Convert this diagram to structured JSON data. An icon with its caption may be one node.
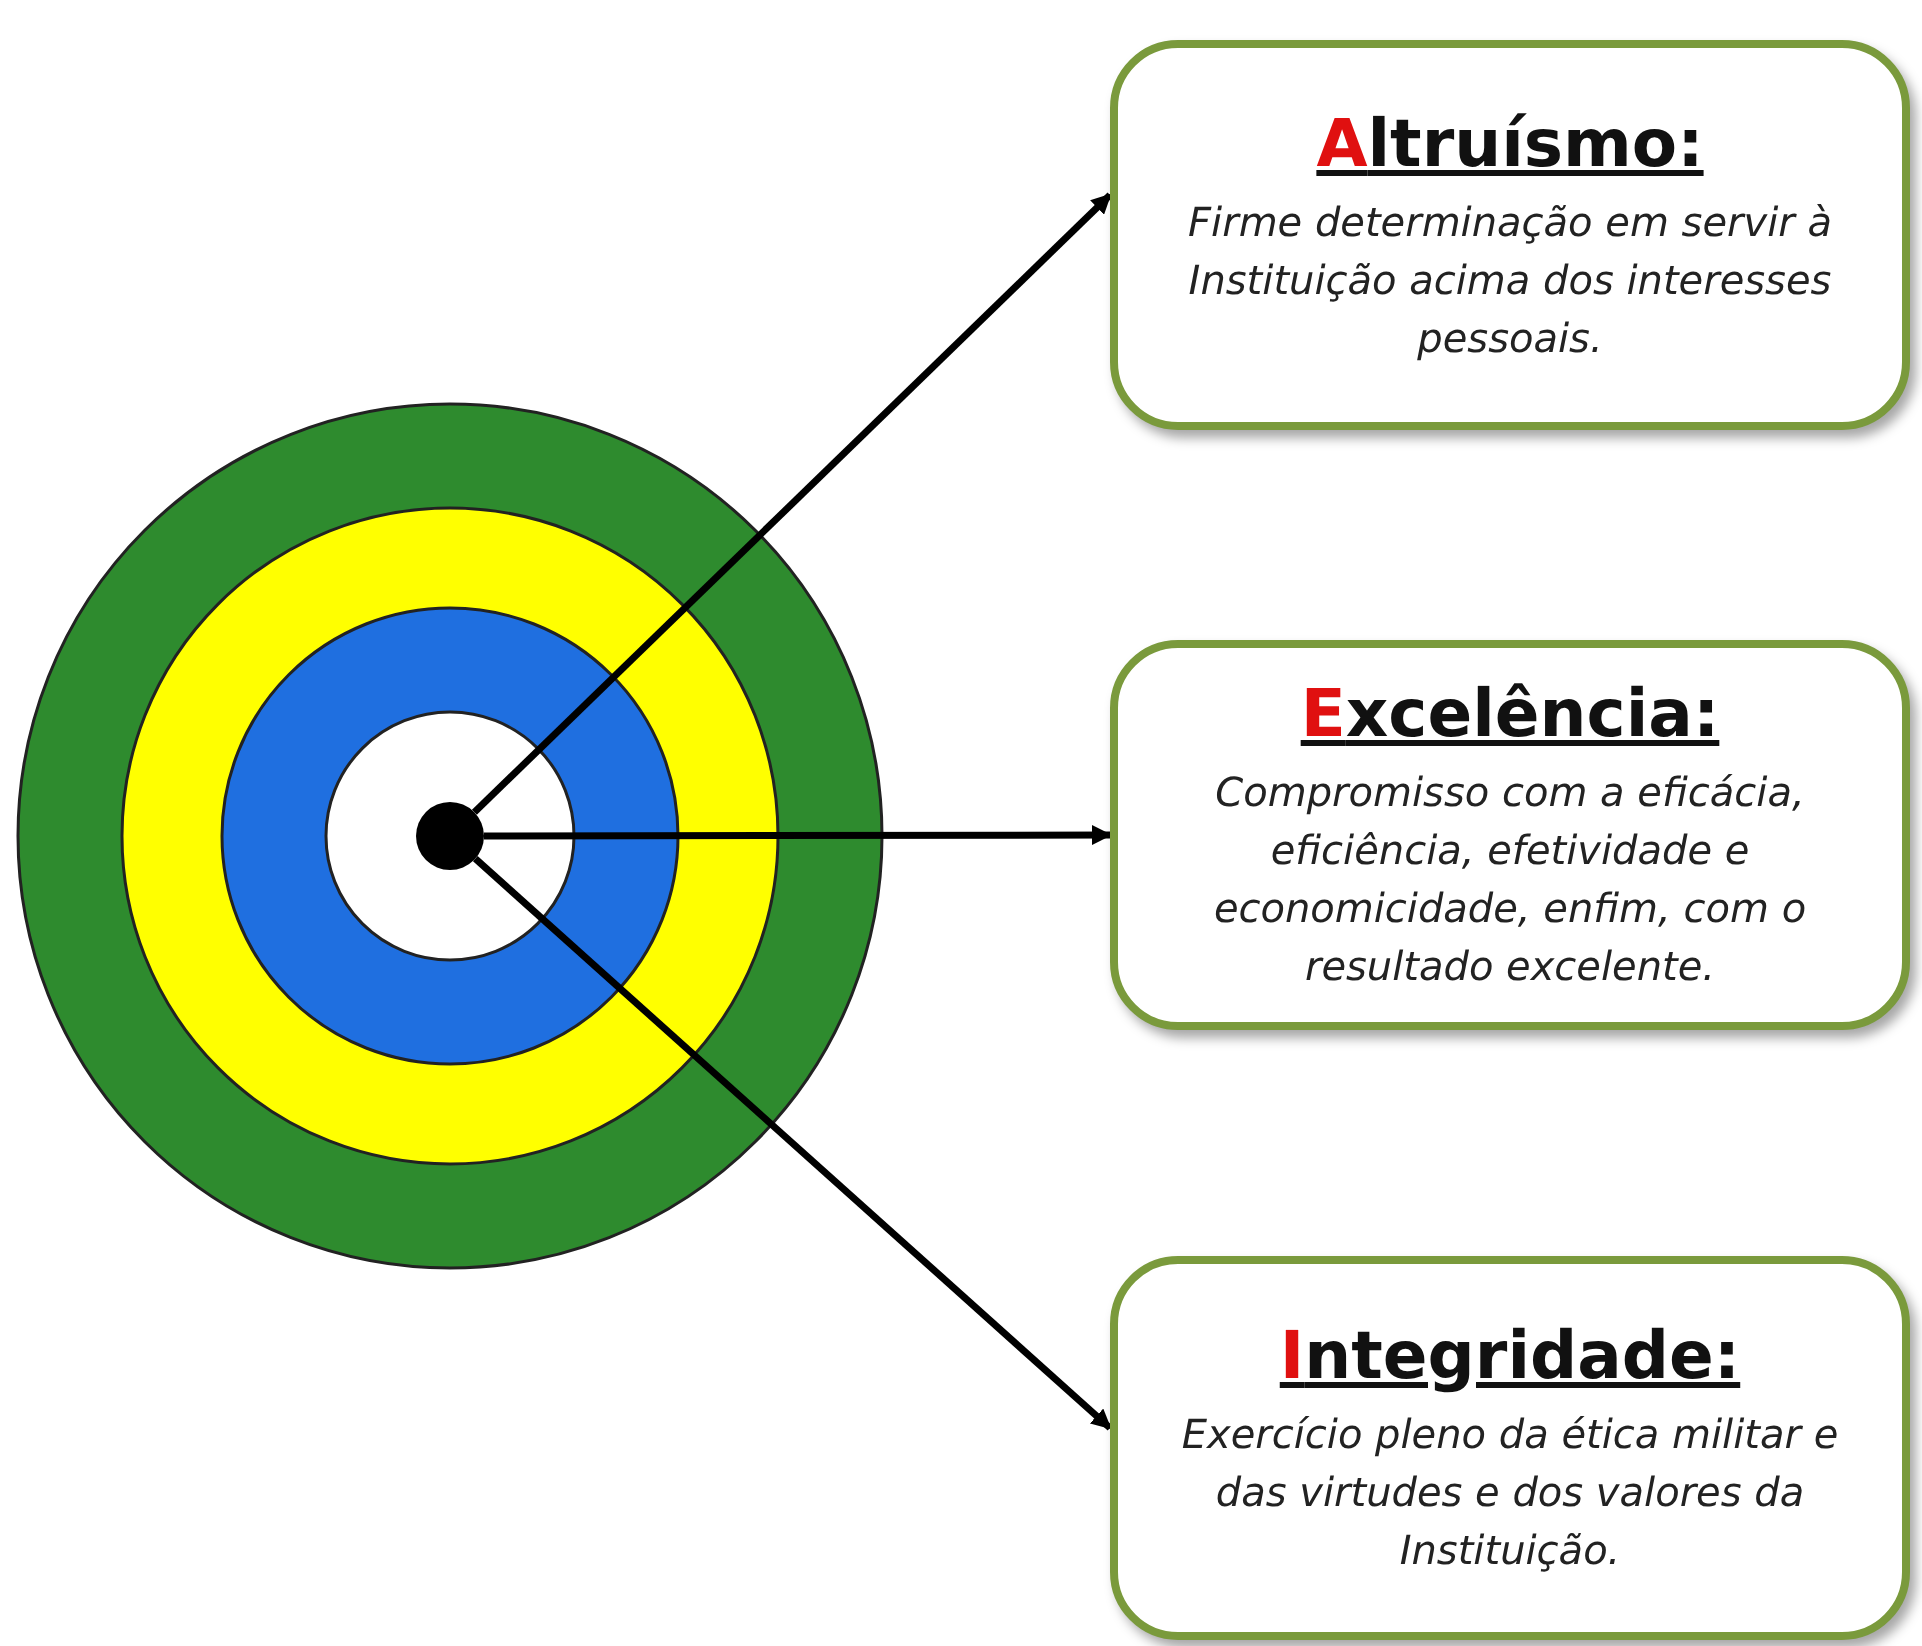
{
  "diagram": {
    "nodes": [
      {
        "text": [],
        "shape": "circle"
      },
      {
        "text": [
          "Altruísmo:",
          "Firme determinação em servir à Instituição acima dos interesses pessoais."
        ]
      },
      {
        "text": [
          "Excelência:",
          "Compromisso com a eficácia, eficiência, efetividade e economicidade, enfim, com o resultado excelente."
        ]
      },
      {
        "text": [
          "Integridade:",
          "Exercício pleno da ética militar e das virtudes e dos valores da Instituição."
        ]
      }
    ],
    "edges": [
      {
        "from": 0,
        "to": 1,
        "arrow": "to"
      },
      {
        "from": 0,
        "to": 2,
        "arrow": "to"
      },
      {
        "from": 0,
        "to": 3,
        "arrow": "to"
      }
    ]
  }
}
